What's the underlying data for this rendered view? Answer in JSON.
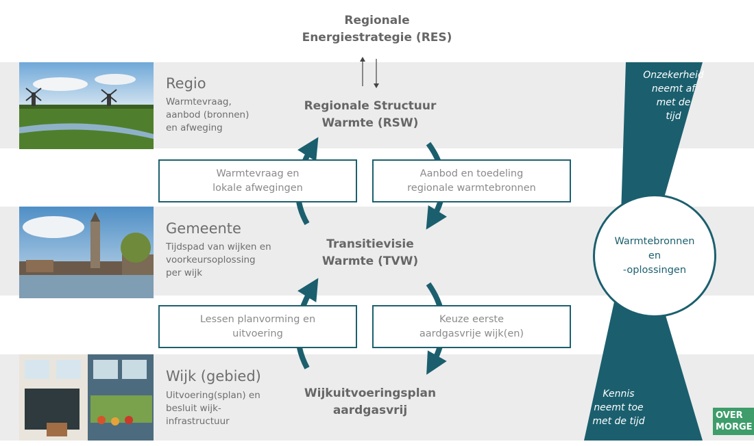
{
  "top_title": {
    "line1": "Regionale",
    "line2": "Energiestrategie (RES)"
  },
  "levels": [
    {
      "name": "Regio",
      "desc1": "Warmtevraag,",
      "desc2": "aanbod (bronnen)",
      "desc3": "en afweging"
    },
    {
      "name": "Gemeente",
      "desc1": "Tijdspad van wijken en",
      "desc2": "voorkeursoplossing",
      "desc3": "per wijk"
    },
    {
      "name": "Wijk (gebied)",
      "desc1": "Uitvoering(splan) en",
      "desc2": "besluit wijk-",
      "desc3": "infrastructuur"
    }
  ],
  "center": [
    {
      "line1": "Regionale Structuur",
      "line2": "Warmte (RSW)"
    },
    {
      "line1": "Transitievisie",
      "line2": "Warmte (TVW)"
    },
    {
      "line1": "Wijkuitvoeringsplan",
      "line2": "aardgasvrij"
    }
  ],
  "boxes": [
    {
      "line1": "Warmtevraag en",
      "line2": "lokale afwegingen"
    },
    {
      "line1": "Aanbod en toedeling",
      "line2": "regionale warmtebronnen"
    },
    {
      "line1": "Lessen planvorming en",
      "line2": "uitvoering"
    },
    {
      "line1": "Keuze eerste",
      "line2": "aardgasvrije wijk(en)"
    }
  ],
  "panel": {
    "top": [
      "Onzekerheid",
      "neemt af",
      "met de",
      "tijd"
    ],
    "bottom": [
      "Kennis",
      "neemt toe",
      "met de tijd"
    ],
    "circle": [
      "Warmtebronnen",
      "en",
      "-oplossingen"
    ]
  },
  "logo": {
    "line1": "OVER",
    "line2": "MORGE"
  },
  "colors": {
    "accent": "#1b5f6e",
    "band": "#ececec",
    "logo": "#3e9d6a"
  }
}
